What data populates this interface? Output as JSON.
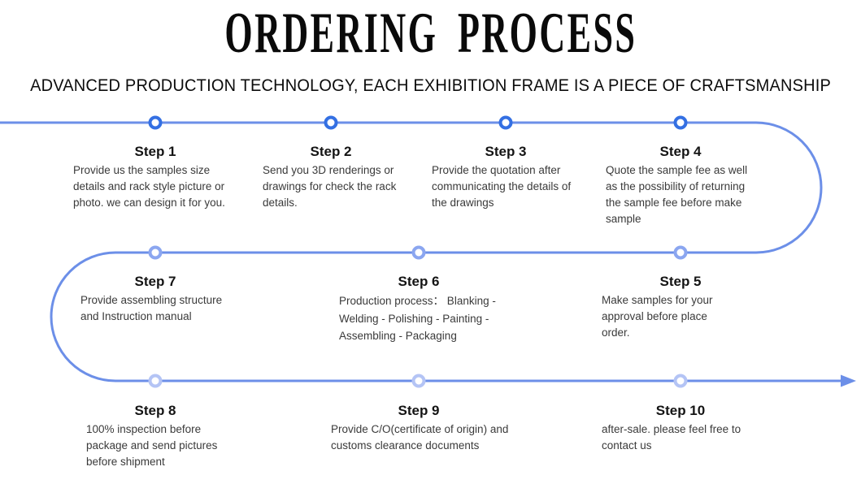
{
  "header": {
    "title": "ORDERING PROCESS",
    "subtitle": "ADVANCED PRODUCTION TECHNOLOGY, EACH EXHIBITION FRAME IS A PIECE OF CRAFTSMANSHIP"
  },
  "timeline": {
    "line_color": "#6C8FE8",
    "node_fill": "#ffffff",
    "node_colors": {
      "row1": "#3470E3",
      "row2": "#8BA6F0",
      "row3": "#B4C4F5"
    },
    "steps": [
      {
        "label": "Step 1",
        "description": "Provide us the samples size\ndetails and rack style picture or\nphoto. we can design it for you."
      },
      {
        "label": "Step 2",
        "description": "Send you 3D renderings or\ndrawings for check the rack\ndetails."
      },
      {
        "label": "Step 3",
        "description": "Provide the quotation after\ncommunicating the details of\nthe drawings"
      },
      {
        "label": "Step 4",
        "description": "Quote the sample fee as well\nas the possibility of returning\nthe sample fee before make\nsample"
      },
      {
        "label": "Step 5",
        "description": "Make samples for your\napproval before place\norder."
      },
      {
        "label": "Step 6",
        "description": "Production process： Blanking -\nWelding - Polishing - Painting -\nAssembling - Packaging"
      },
      {
        "label": "Step 7",
        "description": "Provide assembling structure\nand Instruction manual"
      },
      {
        "label": "Step 8",
        "description": "100% inspection before\npackage and send pictures\nbefore shipment"
      },
      {
        "label": "Step 9",
        "description": "Provide C/O(certificate of origin) and\ncustoms clearance documents"
      },
      {
        "label": "Step 10",
        "description": "after-sale. please feel free to\ncontact us"
      }
    ]
  }
}
